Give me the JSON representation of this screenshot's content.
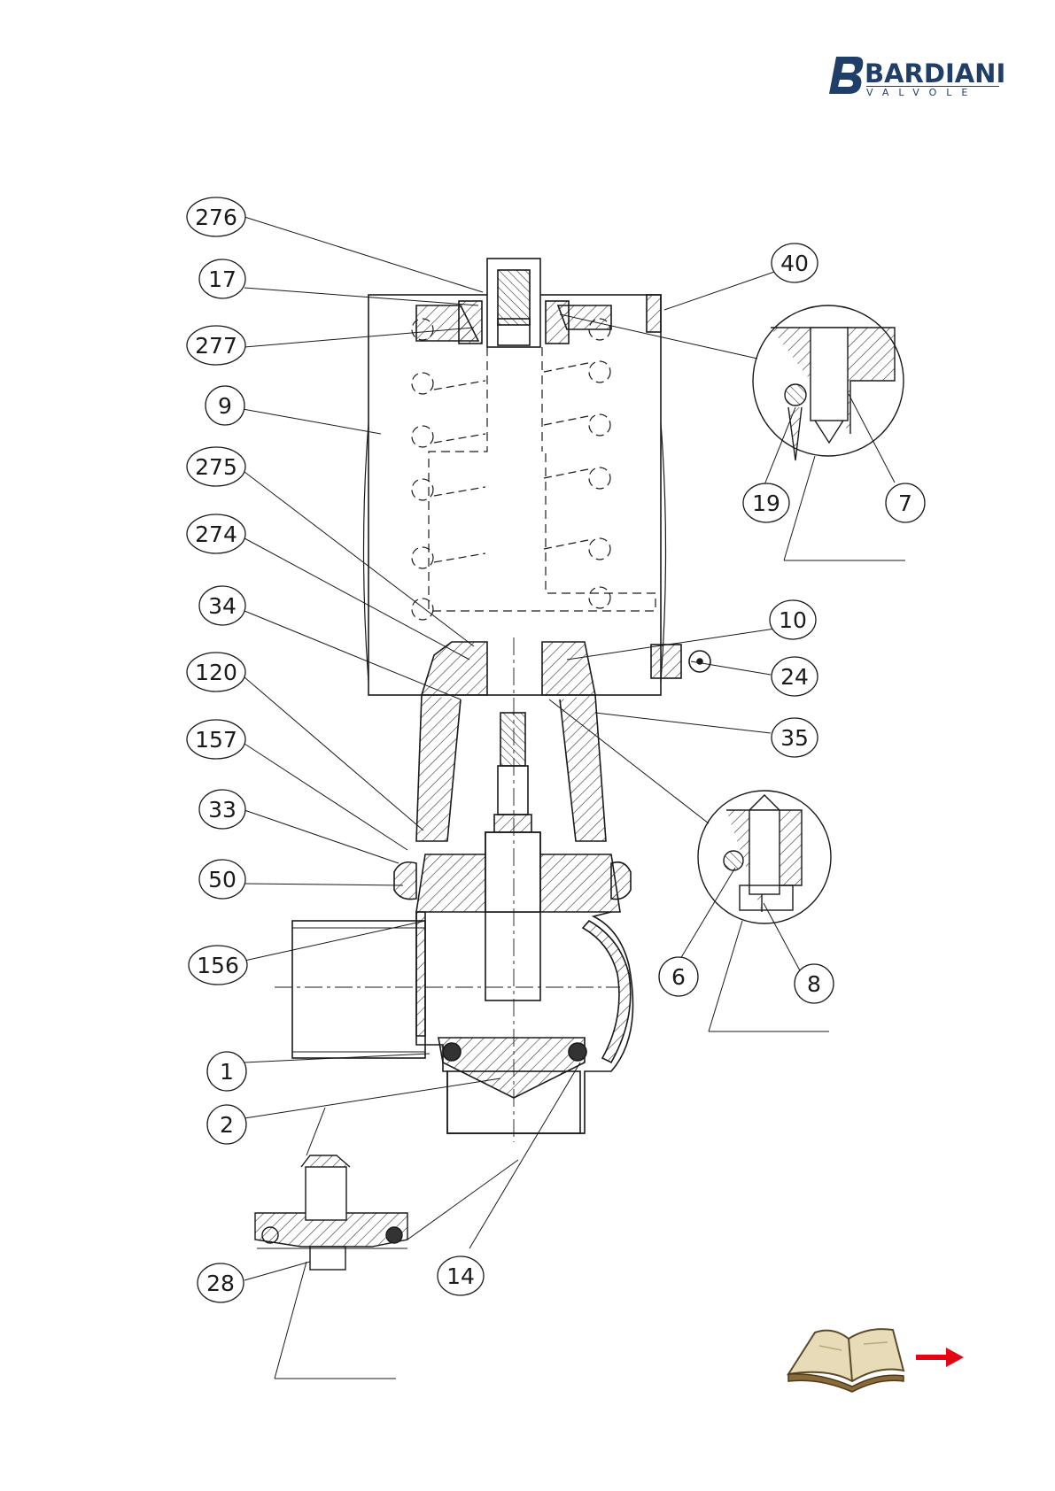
{
  "brand": {
    "name": "BARDIANI",
    "sub": "VALVOLE",
    "color": "#1f3f68",
    "logo_icon": "bardiani-b-logo-icon"
  },
  "callouts": [
    {
      "id": "276"
    },
    {
      "id": "17"
    },
    {
      "id": "277"
    },
    {
      "id": "9"
    },
    {
      "id": "275"
    },
    {
      "id": "274"
    },
    {
      "id": "34"
    },
    {
      "id": "120"
    },
    {
      "id": "157"
    },
    {
      "id": "33"
    },
    {
      "id": "50"
    },
    {
      "id": "156"
    },
    {
      "id": "1"
    },
    {
      "id": "2"
    },
    {
      "id": "28"
    },
    {
      "id": "14"
    },
    {
      "id": "40"
    },
    {
      "id": "19"
    },
    {
      "id": "7"
    },
    {
      "id": "10"
    },
    {
      "id": "24"
    },
    {
      "id": "35"
    },
    {
      "id": "6"
    },
    {
      "id": "8"
    }
  ],
  "nav": {
    "book_icon": "open-book-icon",
    "arrow_icon": "arrow-right-icon",
    "arrow_color": "#e30613"
  },
  "colors": {
    "line": "#1a1a1a",
    "hatch": "#333333"
  }
}
